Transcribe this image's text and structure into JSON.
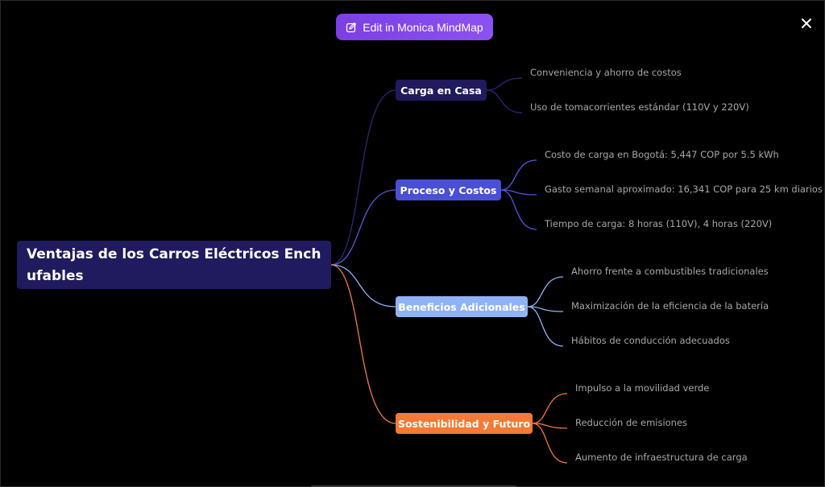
{
  "toolbar": {
    "edit_label": "Edit in Monica  MindMap",
    "edit_icon": "edit-pencil-icon",
    "close_icon": "close-icon"
  },
  "mindmap": {
    "root": {
      "label": "Ventajas de los Carros Eléctricos Enchufables",
      "color": "#1f1b5e"
    },
    "branches": [
      {
        "label": "Carga en Casa",
        "color": "#1f1b5e",
        "children": [
          "Conveniencia y ahorro de costos",
          "Uso de tomacorrientes estándar (110V y 220V)"
        ]
      },
      {
        "label": "Proceso y Costos",
        "color": "#4b4fd8",
        "children": [
          "Costo de carga en Bogotá: 5,447 COP por 5.5 kWh",
          "Gasto semanal aproximado: 16,341 COP para 25 km diarios",
          "Tiempo de carga: 8 horas (110V), 4 horas (220V)"
        ]
      },
      {
        "label": "Beneficios Adicionales",
        "color": "#8fb3f5",
        "children": [
          "Ahorro frente a combustibles tradicionales",
          "Maximización de la eficiencia de la batería",
          "Hábitos de conducción adecuados"
        ]
      },
      {
        "label": "Sostenibilidad y Futuro",
        "color": "#f47a35",
        "children": [
          "Impulso a la movilidad verde",
          "Reducción de emisiones",
          "Aumento de infraestructura de carga"
        ]
      }
    ]
  }
}
